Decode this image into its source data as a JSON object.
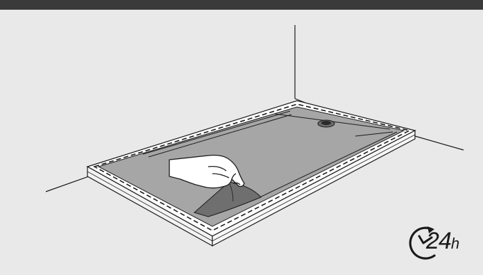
{
  "illustration": {
    "subject": "shower-tray-sealing-step"
  },
  "cure_badge": {
    "number": "24",
    "unit": "h",
    "icon": "clock-arrow-icon"
  },
  "colors": {
    "background": "#e9e9e9",
    "top_bar": "#3a3a3a",
    "tray_surface": "#a6a6a6",
    "tray_rim": "#ffffff",
    "sealant_patch": "#6f6f6f",
    "line": "#1a1a1a"
  }
}
